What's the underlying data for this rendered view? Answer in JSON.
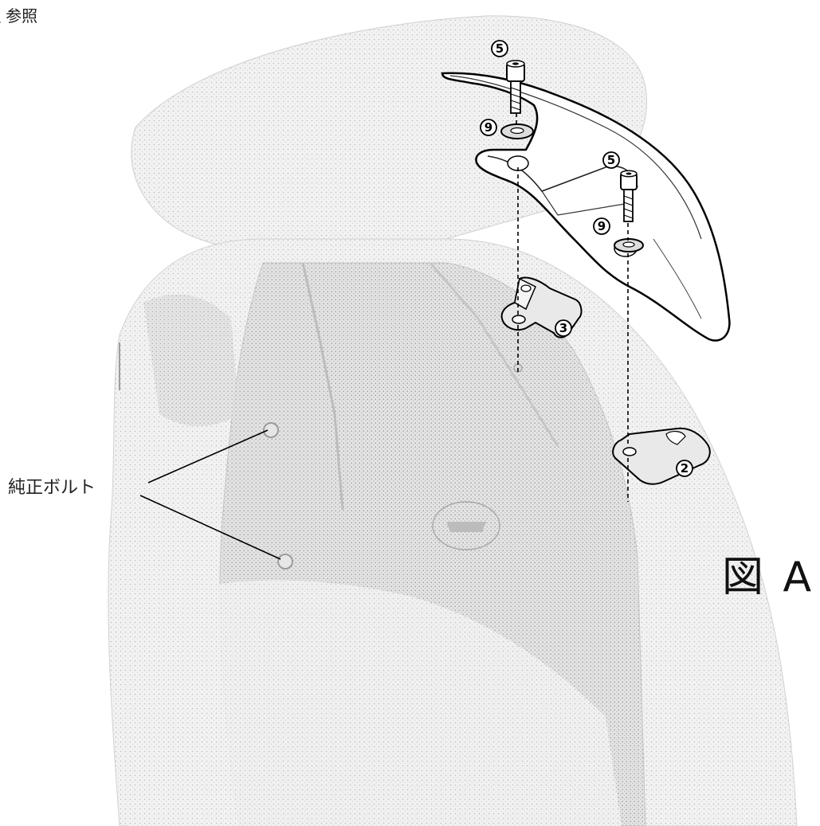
{
  "texts": {
    "reference_note": "\\ 参照",
    "stock_bolt_label": "純正ボルト",
    "figure_label": "図 A"
  },
  "callouts": [
    {
      "id": "bolt-top",
      "number": "5"
    },
    {
      "id": "washer-top",
      "number": "9"
    },
    {
      "id": "bolt-right",
      "number": "5"
    },
    {
      "id": "washer-right",
      "number": "9"
    },
    {
      "id": "bracket-left",
      "number": "3"
    },
    {
      "id": "bracket-right",
      "number": "2"
    }
  ]
}
